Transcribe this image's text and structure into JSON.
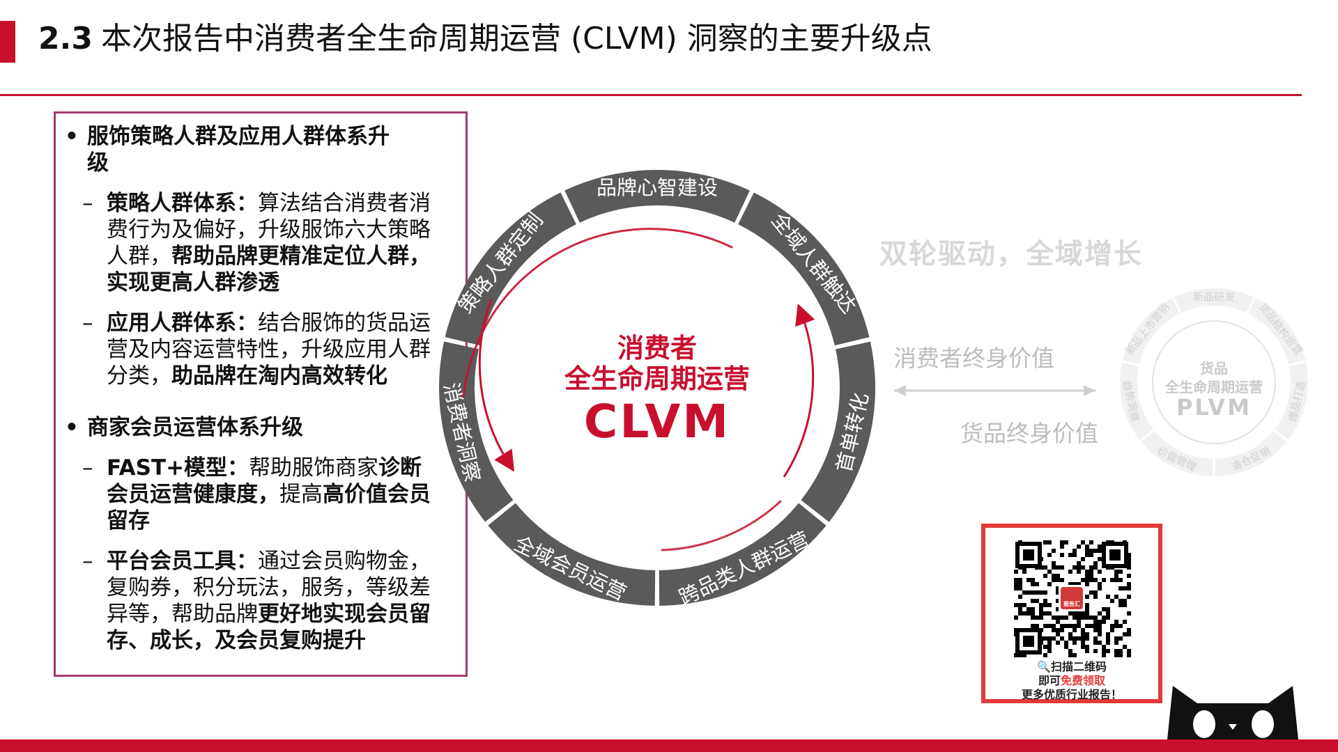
{
  "header": {
    "number": "2.3",
    "title": "本次报告中消费者全生命周期运营 (CLVM) 洞察的主要升级点"
  },
  "left_panel": {
    "sections": [
      {
        "heading_line1": "服饰策略人群及应用人群体系升",
        "heading_line2": "级",
        "items": [
          {
            "label": "策略人群体系：",
            "line1_rest": "算法结合消费者消",
            "line2": "费行为及偏好，升级服饰六大策略",
            "line3_a": "人群，",
            "line3_b": "帮助品牌更精准定位人群，",
            "line4": "实现更高人群渗透"
          },
          {
            "label": "应用人群体系：",
            "line1_rest": "结合服饰的货品运",
            "line2": "营及内容运营特性，升级应用人群",
            "line3_a": "分类，",
            "line3_b": "助品牌在淘内高效转化"
          }
        ]
      },
      {
        "heading_line1": "商家会员运营体系升级",
        "items": [
          {
            "label": "FAST+模型：",
            "line1_a": "帮助服饰商家",
            "line1_b": "诊断",
            "line2_a": "会员运营健康度，",
            "line2_b": "提高",
            "line2_c": "高价值会员",
            "line3": "留存"
          },
          {
            "label": "平台会员工具：",
            "line1_rest": "通过会员购物金，",
            "line2": "复购券，积分玩法，服务，等级差",
            "line3_a": "异等，帮助品牌",
            "line3_b": "更好地实现会员留",
            "line4": "存、成长，及会员复购提升"
          }
        ]
      }
    ]
  },
  "clvm_wheel": {
    "center_line1": "消费者",
    "center_line2": "全生命周期运营",
    "center_line3": "CLVM",
    "segments": [
      "品牌心智建设",
      "全域人群触达",
      "首单转化",
      "跨品类人群运营",
      "全域会员运营",
      "消费者洞察",
      "策略人群定制"
    ],
    "ring_color": "#5a5a5a",
    "accent_color": "#c8102e"
  },
  "double_wheel": {
    "heading": "双轮驱动，全域增长",
    "top_label": "消费者终身价值",
    "bottom_label": "货品终身价值"
  },
  "plvm_wheel": {
    "center_line1": "货品",
    "center_line2": "全生命周期运营",
    "center_line3": "PLVM",
    "segments": [
      "新品研发",
      "货品结构运营",
      "爆品打造",
      "清仓促销",
      "价盘管理",
      "趋势洞察",
      "新品上市营销"
    ]
  },
  "qr": {
    "badge": "报告汇",
    "line1": "扫描二维码",
    "line2_a": "即可",
    "line2_b": "免费领取",
    "line3": "更多优质行业报告！"
  }
}
